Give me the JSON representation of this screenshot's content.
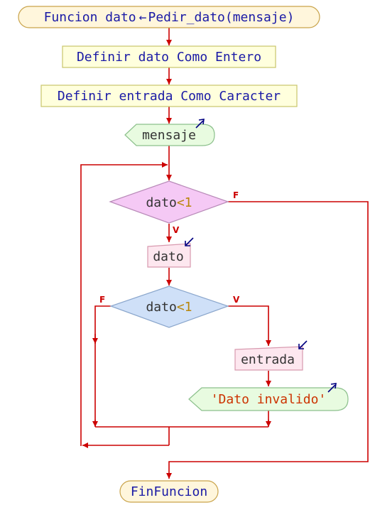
{
  "flowchart": {
    "header": {
      "kw_funcion": "Funcion",
      "var": "dato",
      "arrow": "←",
      "call": "Pedir_dato(mensaje)"
    },
    "def1": "Definir dato Como Entero",
    "def2": "Definir entrada Como Caracter",
    "out1": "mensaje",
    "cond1": {
      "left": "dato",
      "op": "<",
      "num": "1",
      "true_label": "V",
      "false_label": "F"
    },
    "read1": "dato",
    "cond2": {
      "left": "dato",
      "op": "<",
      "num": "1",
      "true_label": "V",
      "false_label": "F"
    },
    "read2": "entrada",
    "out2": "'Dato invalido'",
    "end": "FinFuncion"
  },
  "colors": {
    "flow": "#cc0000",
    "keyword": "#1a1aa6",
    "string": "#cc3300",
    "number": "#b8860b",
    "io_arrow": "#000080",
    "header_fill": "#fff6dc",
    "def_fill": "#ffffdd",
    "output_fill": "#e8fbe0",
    "cond1_fill": "#f5c9f5",
    "cond2_fill": "#cfe0f8",
    "read_fill": "#fde7ef"
  }
}
